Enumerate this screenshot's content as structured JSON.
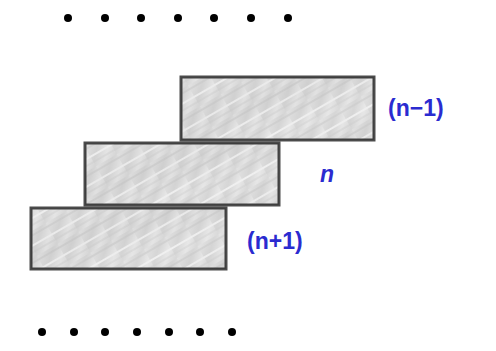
{
  "diagram": {
    "labels": [
      "(n−1)",
      "n",
      "(n+1)"
    ]
  }
}
